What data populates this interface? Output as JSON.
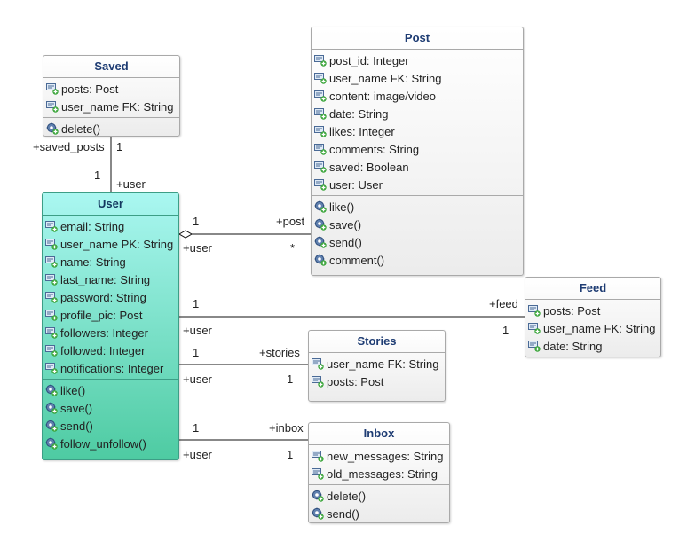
{
  "classes": {
    "saved": {
      "title": "Saved",
      "attributes": [
        "posts: Post",
        "user_name FK: String"
      ],
      "methods": [
        "delete()"
      ]
    },
    "post": {
      "title": "Post",
      "attributes": [
        "post_id: Integer",
        "user_name FK: String",
        "content: image/video",
        "date: String",
        "likes: Integer",
        "comments: String",
        "saved: Boolean",
        "user: User"
      ],
      "methods": [
        "like()",
        "save()",
        "send()",
        "comment()"
      ]
    },
    "user": {
      "title": "User",
      "attributes": [
        "email: String",
        "user_name PK: String",
        "name: String",
        "last_name: String",
        "password: String",
        "profile_pic: Post",
        "followers: Integer",
        "followed: Integer",
        "notifications: Integer"
      ],
      "methods": [
        "like()",
        "save()",
        "send()",
        "follow_unfollow()"
      ]
    },
    "feed": {
      "title": "Feed",
      "attributes": [
        "posts: Post",
        "user_name FK: String",
        "date: String"
      ],
      "methods": []
    },
    "stories": {
      "title": "Stories",
      "attributes": [
        "user_name FK: String",
        "posts: Post"
      ],
      "methods": []
    },
    "inbox": {
      "title": "Inbox",
      "attributes": [
        "new_messages: String",
        "old_messages: String"
      ],
      "methods": [
        "delete()",
        "send()"
      ]
    }
  },
  "associations": {
    "saved_user": {
      "saved_role": "+saved_posts",
      "saved_mult": "1",
      "user_mult": "1",
      "user_role": "+user"
    },
    "user_post": {
      "user_mult": "1",
      "user_role": "+user",
      "post_role": "+post",
      "post_mult": "*"
    },
    "user_feed": {
      "user_mult": "1",
      "user_role": "+user",
      "feed_role": "+feed",
      "feed_mult": "1"
    },
    "user_stories": {
      "user_mult": "1",
      "user_role": "+user",
      "stories_role": "+stories",
      "stories_mult": "1"
    },
    "user_inbox": {
      "user_mult": "1",
      "user_role": "+user",
      "inbox_role": "+inbox",
      "inbox_mult": "1"
    }
  },
  "icons": {
    "attribute": "attribute-icon",
    "method": "method-icon"
  },
  "colors": {
    "user_top": "#aaf7f1",
    "user_bottom": "#4ecba2",
    "title": "#1e3c73"
  }
}
